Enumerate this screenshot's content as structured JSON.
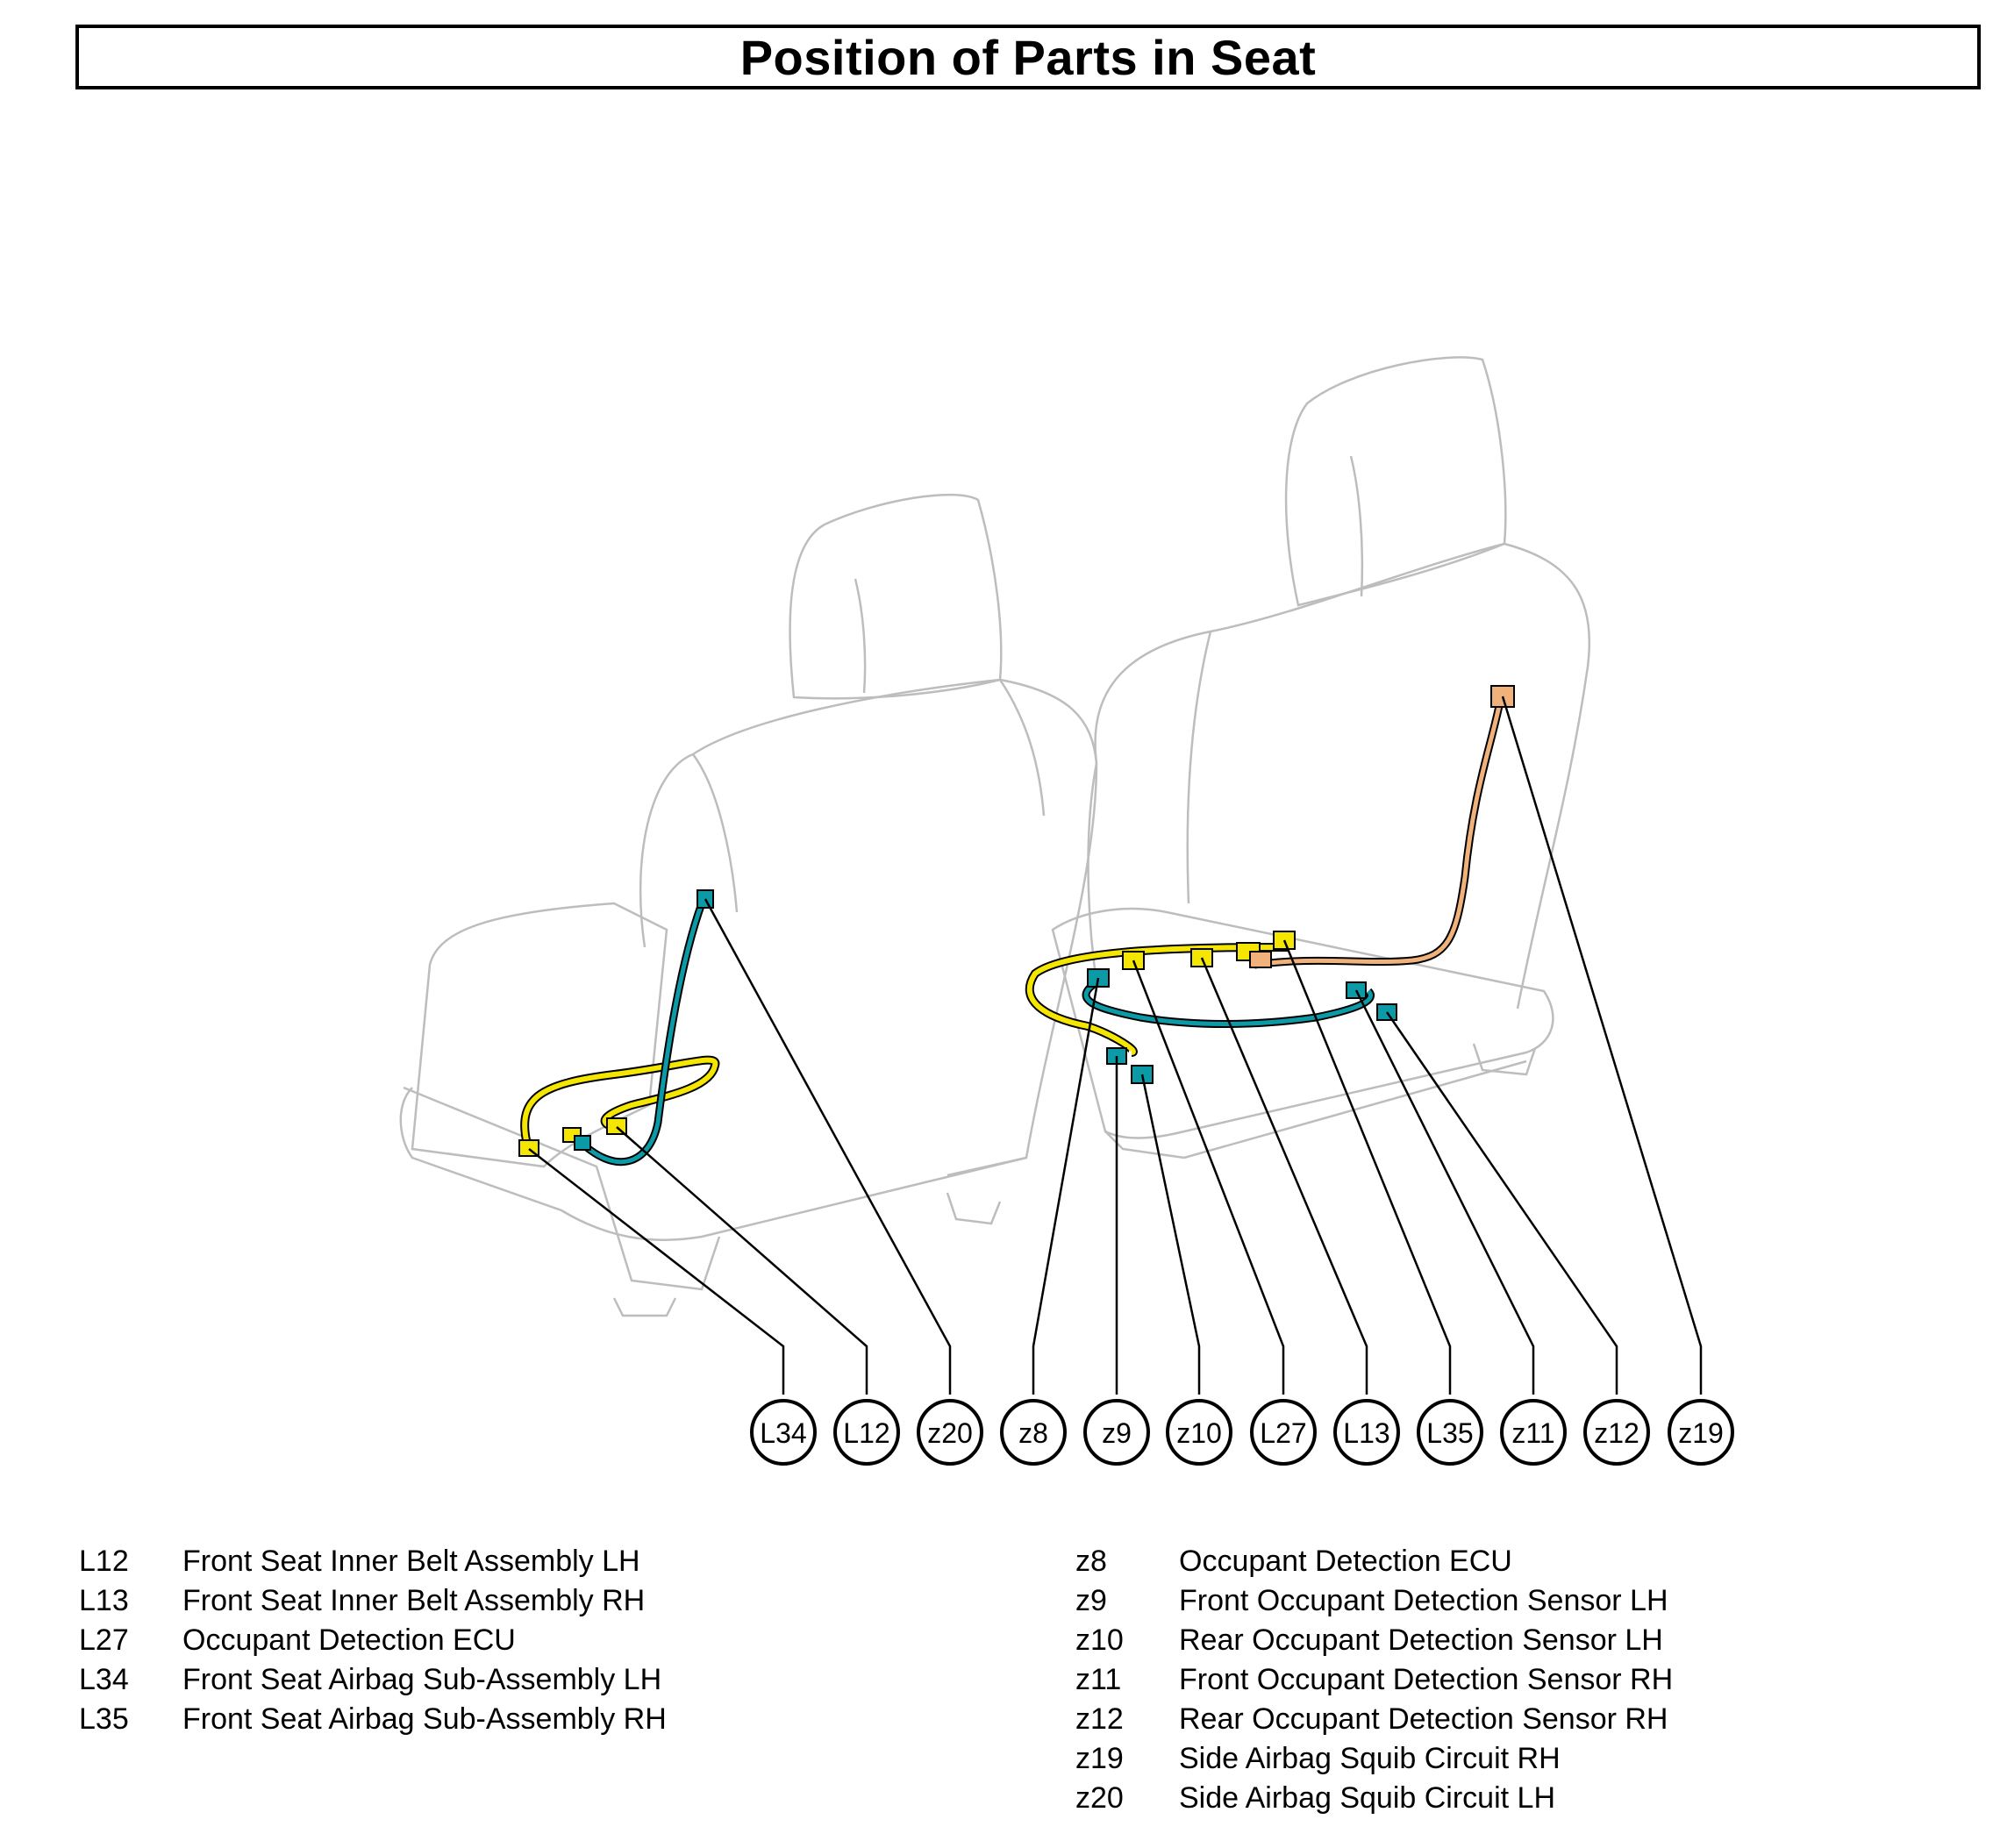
{
  "title": "Position of Parts in Seat",
  "colors": {
    "harness_yellow": "#f4e600",
    "harness_teal": "#0b9aa6",
    "harness_orange": "#f0b27a",
    "outline": "#bdbdbd"
  },
  "callouts": [
    "L34",
    "L12",
    "z20",
    "z8",
    "z9",
    "z10",
    "L27",
    "L13",
    "L35",
    "z11",
    "z12",
    "z19"
  ],
  "legend_left": [
    {
      "code": "L12",
      "desc": "Front Seat Inner Belt Assembly LH"
    },
    {
      "code": "L13",
      "desc": "Front Seat Inner Belt Assembly RH"
    },
    {
      "code": "L27",
      "desc": "Occupant Detection ECU"
    },
    {
      "code": "L34",
      "desc": "Front Seat Airbag Sub-Assembly LH"
    },
    {
      "code": "L35",
      "desc": "Front Seat Airbag Sub-Assembly RH"
    }
  ],
  "legend_right": [
    {
      "code": "z8",
      "desc": "Occupant Detection ECU"
    },
    {
      "code": "z9",
      "desc": "Front Occupant Detection Sensor LH"
    },
    {
      "code": "z10",
      "desc": "Rear Occupant Detection Sensor LH"
    },
    {
      "code": "z11",
      "desc": "Front Occupant Detection Sensor RH"
    },
    {
      "code": "z12",
      "desc": "Rear Occupant Detection Sensor RH"
    },
    {
      "code": "z19",
      "desc": "Side Airbag Squib Circuit RH"
    },
    {
      "code": "z20",
      "desc": "Side Airbag Squib Circuit LH"
    }
  ]
}
